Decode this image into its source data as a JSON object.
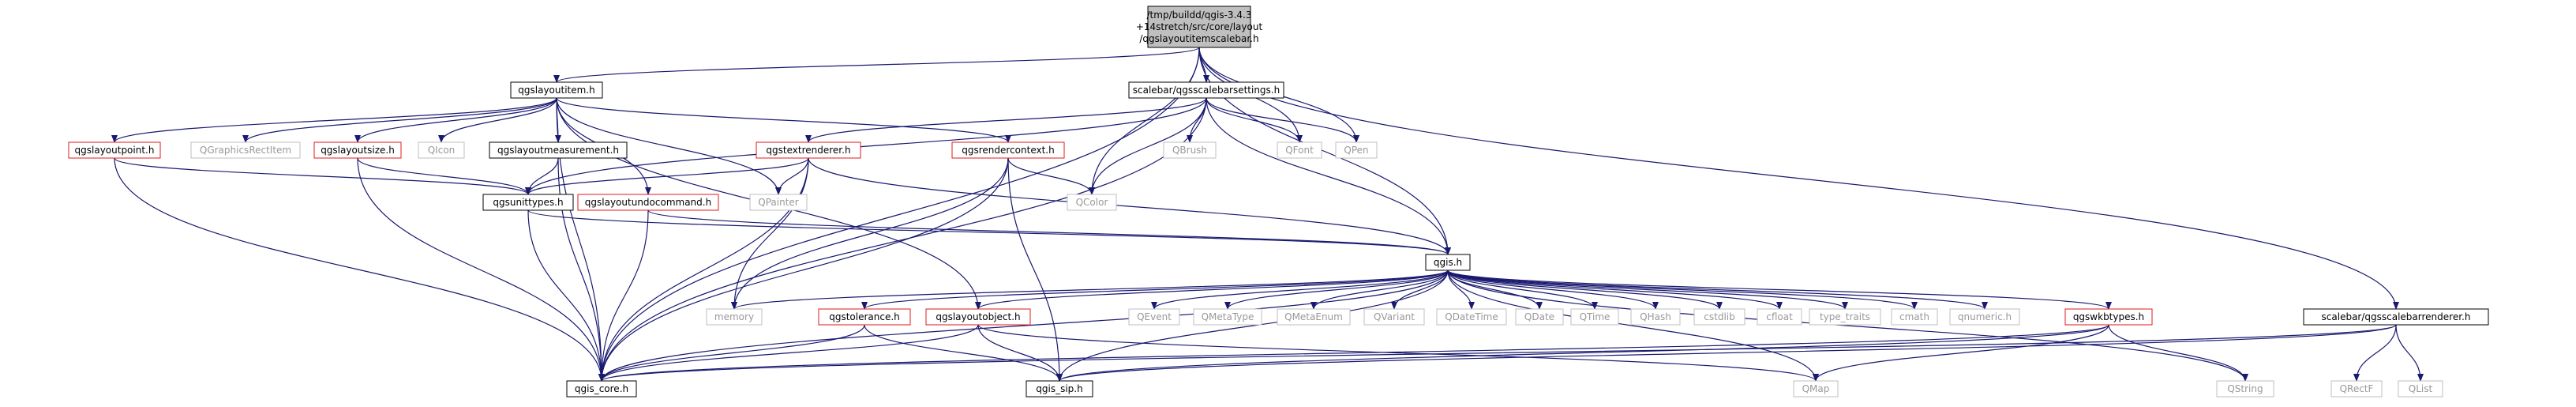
{
  "colors": {
    "edge": "#191970",
    "root_fill": "#bfbfbf",
    "border_black": "#000000",
    "border_red": "#e31a1c",
    "border_gray": "#bfbfbf",
    "text_gray": "#999999"
  },
  "nodes": [
    {
      "id": "root",
      "lines": [
        "/tmp/buildd/qgis-3.4.3",
        "+14stretch/src/core/layout",
        "/qgslayoutitemscalebar.h"
      ],
      "style": "root"
    },
    {
      "id": "qgslayoutitem",
      "lines": [
        "qgslayoutitem.h"
      ],
      "style": "black"
    },
    {
      "id": "scalebarsettings",
      "lines": [
        "scalebar/qgsscalebarsettings.h"
      ],
      "style": "black"
    },
    {
      "id": "qgis_core",
      "lines": [
        "qgis_core.h"
      ],
      "style": "black"
    },
    {
      "id": "qgslayoutpoint",
      "lines": [
        "qgslayoutpoint.h"
      ],
      "style": "red"
    },
    {
      "id": "qgraphicsrectitem",
      "lines": [
        "QGraphicsRectItem"
      ],
      "style": "gray"
    },
    {
      "id": "qgslayoutsize",
      "lines": [
        "qgslayoutsize.h"
      ],
      "style": "red"
    },
    {
      "id": "qicon",
      "lines": [
        "QIcon"
      ],
      "style": "gray"
    },
    {
      "id": "qgslayoutmeasurement",
      "lines": [
        "qgslayoutmeasurement.h"
      ],
      "style": "black"
    },
    {
      "id": "qgstextrenderer",
      "lines": [
        "qgstextrenderer.h"
      ],
      "style": "red"
    },
    {
      "id": "qgsrendercontext",
      "lines": [
        "qgsrendercontext.h"
      ],
      "style": "red"
    },
    {
      "id": "qbrush",
      "lines": [
        "QBrush"
      ],
      "style": "gray"
    },
    {
      "id": "qfont",
      "lines": [
        "QFont"
      ],
      "style": "gray"
    },
    {
      "id": "qpen",
      "lines": [
        "QPen"
      ],
      "style": "gray"
    },
    {
      "id": "qgsunittypes",
      "lines": [
        "qgsunittypes.h"
      ],
      "style": "black"
    },
    {
      "id": "qgslayoutundocommand",
      "lines": [
        "qgslayoutundocommand.h"
      ],
      "style": "red"
    },
    {
      "id": "qpainter",
      "lines": [
        "QPainter"
      ],
      "style": "gray"
    },
    {
      "id": "qcolor",
      "lines": [
        "QColor"
      ],
      "style": "gray"
    },
    {
      "id": "qgis",
      "lines": [
        "qgis.h"
      ],
      "style": "black"
    },
    {
      "id": "memory",
      "lines": [
        "memory"
      ],
      "style": "gray"
    },
    {
      "id": "qgstolerance",
      "lines": [
        "qgstolerance.h"
      ],
      "style": "red"
    },
    {
      "id": "qgslayoutobject",
      "lines": [
        "qgslayoutobject.h"
      ],
      "style": "red"
    },
    {
      "id": "qevent",
      "lines": [
        "QEvent"
      ],
      "style": "gray"
    },
    {
      "id": "qmetatype",
      "lines": [
        "QMetaType"
      ],
      "style": "gray"
    },
    {
      "id": "qmetaenum",
      "lines": [
        "QMetaEnum"
      ],
      "style": "gray"
    },
    {
      "id": "qvariant",
      "lines": [
        "QVariant"
      ],
      "style": "gray"
    },
    {
      "id": "qdatetime",
      "lines": [
        "QDateTime"
      ],
      "style": "gray"
    },
    {
      "id": "qdate",
      "lines": [
        "QDate"
      ],
      "style": "gray"
    },
    {
      "id": "qtime",
      "lines": [
        "QTime"
      ],
      "style": "gray"
    },
    {
      "id": "qhash",
      "lines": [
        "QHash"
      ],
      "style": "gray"
    },
    {
      "id": "cstdlib",
      "lines": [
        "cstdlib"
      ],
      "style": "gray"
    },
    {
      "id": "cfloat",
      "lines": [
        "cfloat"
      ],
      "style": "gray"
    },
    {
      "id": "type_traits",
      "lines": [
        "type_traits"
      ],
      "style": "gray"
    },
    {
      "id": "cmath",
      "lines": [
        "cmath"
      ],
      "style": "gray"
    },
    {
      "id": "qnumeric",
      "lines": [
        "qnumeric.h"
      ],
      "style": "gray"
    },
    {
      "id": "qgswkbtypes",
      "lines": [
        "qgswkbtypes.h"
      ],
      "style": "red"
    },
    {
      "id": "qgis_sip",
      "lines": [
        "qgis_sip.h"
      ],
      "style": "black"
    },
    {
      "id": "qmap",
      "lines": [
        "QMap"
      ],
      "style": "gray"
    },
    {
      "id": "qstring",
      "lines": [
        "QString"
      ],
      "style": "gray"
    },
    {
      "id": "scalebarrenderer",
      "lines": [
        "scalebar/qgsscalebarrenderer.h"
      ],
      "style": "black"
    },
    {
      "id": "qrectf",
      "lines": [
        "QRectF"
      ],
      "style": "gray"
    },
    {
      "id": "qlist",
      "lines": [
        "QList"
      ],
      "style": "gray"
    }
  ],
  "edges": [
    [
      "root",
      "qgslayoutitem"
    ],
    [
      "root",
      "scalebarsettings"
    ],
    [
      "root",
      "qgis_core"
    ],
    [
      "root",
      "qfont"
    ],
    [
      "root",
      "qpen"
    ],
    [
      "root",
      "qcolor"
    ],
    [
      "root",
      "qgis"
    ],
    [
      "root",
      "scalebarrenderer"
    ],
    [
      "qgslayoutitem",
      "qgis_core"
    ],
    [
      "qgslayoutitem",
      "qgslayoutpoint"
    ],
    [
      "qgslayoutitem",
      "qgraphicsrectitem"
    ],
    [
      "qgslayoutitem",
      "qgslayoutsize"
    ],
    [
      "qgslayoutitem",
      "qicon"
    ],
    [
      "qgslayoutitem",
      "qgslayoutmeasurement"
    ],
    [
      "qgslayoutitem",
      "qgsrendercontext"
    ],
    [
      "qgslayoutitem",
      "qgslayoutundocommand"
    ],
    [
      "qgslayoutitem",
      "qpainter"
    ],
    [
      "qgslayoutitem",
      "qgslayoutobject"
    ],
    [
      "scalebarsettings",
      "qgis_core"
    ],
    [
      "scalebarsettings",
      "qgstextrenderer"
    ],
    [
      "scalebarsettings",
      "qbrush"
    ],
    [
      "scalebarsettings",
      "qfont"
    ],
    [
      "scalebarsettings",
      "qpen"
    ],
    [
      "scalebarsettings",
      "qcolor"
    ],
    [
      "scalebarsettings",
      "qgsunittypes"
    ],
    [
      "scalebarsettings",
      "qgis"
    ],
    [
      "qgslayoutpoint",
      "qgis_core"
    ],
    [
      "qgslayoutpoint",
      "qgsunittypes"
    ],
    [
      "qgslayoutsize",
      "qgis_core"
    ],
    [
      "qgslayoutsize",
      "qgsunittypes"
    ],
    [
      "qgslayoutmeasurement",
      "qgis_core"
    ],
    [
      "qgslayoutmeasurement",
      "qgsunittypes"
    ],
    [
      "qgstextrenderer",
      "qgis_core"
    ],
    [
      "qgstextrenderer",
      "qgsunittypes"
    ],
    [
      "qgstextrenderer",
      "qpainter"
    ],
    [
      "qgstextrenderer",
      "memory"
    ],
    [
      "qgstextrenderer",
      "qgis"
    ],
    [
      "qgsrendercontext",
      "qgis_core"
    ],
    [
      "qgsrendercontext",
      "qgis_sip"
    ],
    [
      "qgsrendercontext",
      "qcolor"
    ],
    [
      "qgsrendercontext",
      "memory"
    ],
    [
      "qgslayoutundocommand",
      "qgis_core"
    ],
    [
      "qgslayoutundocommand",
      "qgis"
    ],
    [
      "qgsunittypes",
      "qgis_core"
    ],
    [
      "qgsunittypes",
      "qgis"
    ],
    [
      "qgis",
      "memory"
    ],
    [
      "qgis",
      "qgis_core"
    ],
    [
      "qgis",
      "qgstolerance"
    ],
    [
      "qgis",
      "qgslayoutobject"
    ],
    [
      "qgis",
      "qevent"
    ],
    [
      "qgis",
      "qmetatype"
    ],
    [
      "qgis",
      "qmetaenum"
    ],
    [
      "qgis",
      "qvariant"
    ],
    [
      "qgis",
      "qdatetime"
    ],
    [
      "qgis",
      "qdate"
    ],
    [
      "qgis",
      "qtime"
    ],
    [
      "qgis",
      "qhash"
    ],
    [
      "qgis",
      "cstdlib"
    ],
    [
      "qgis",
      "cfloat"
    ],
    [
      "qgis",
      "type_traits"
    ],
    [
      "qgis",
      "cmath"
    ],
    [
      "qgis",
      "qnumeric"
    ],
    [
      "qgis",
      "qgswkbtypes"
    ],
    [
      "qgis",
      "qgis_sip"
    ],
    [
      "qgis",
      "qmap"
    ],
    [
      "qgis",
      "qstring"
    ],
    [
      "qgstolerance",
      "qgis_core"
    ],
    [
      "qgstolerance",
      "qgis_sip"
    ],
    [
      "qgslayoutobject",
      "qgis_core"
    ],
    [
      "qgslayoutobject",
      "qgis_sip"
    ],
    [
      "qgslayoutobject",
      "qmap"
    ],
    [
      "qgswkbtypes",
      "qgis_core"
    ],
    [
      "qgswkbtypes",
      "qgis_sip"
    ],
    [
      "qgswkbtypes",
      "qstring"
    ],
    [
      "qgswkbtypes",
      "qmap"
    ],
    [
      "scalebarrenderer",
      "qgis_core"
    ],
    [
      "scalebarrenderer",
      "qgis_sip"
    ],
    [
      "scalebarrenderer",
      "qrectf"
    ],
    [
      "scalebarrenderer",
      "qlist"
    ]
  ]
}
